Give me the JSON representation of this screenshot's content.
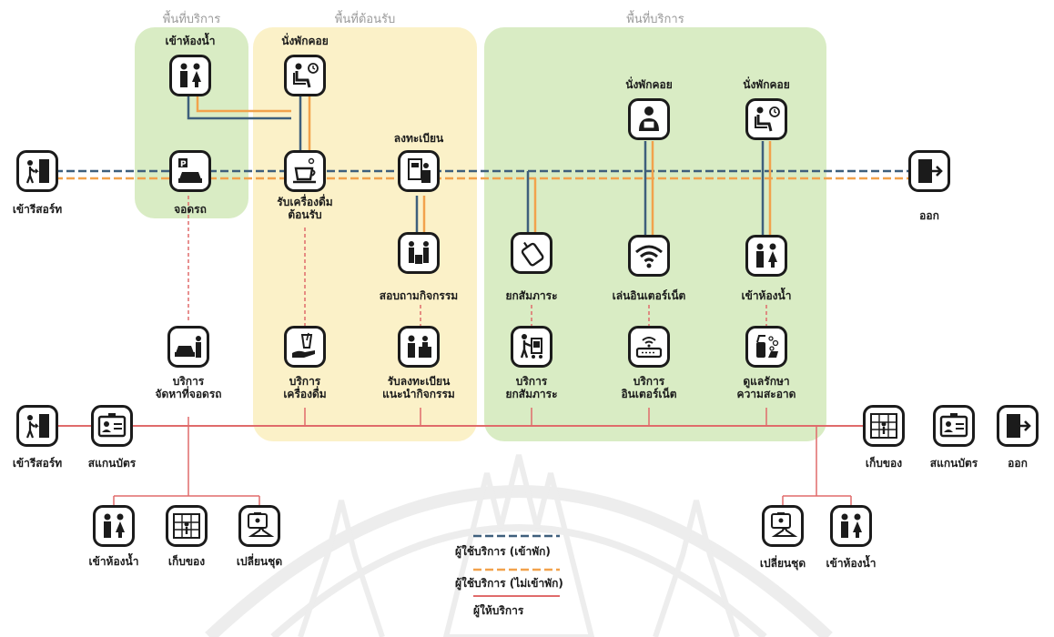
{
  "zones": {
    "service_left": {
      "title": "พื้นที่บริการ",
      "color": "#d9ecc4"
    },
    "reception": {
      "title": "พื้นที่ต้อนรับ",
      "color": "#fbf1c8"
    },
    "service_right": {
      "title": "พื้นที่บริการ",
      "color": "#d9ecc4"
    }
  },
  "colors": {
    "guest_stay": "#3e5f7c",
    "guest_visit": "#f2a24c",
    "staff": "#e06b6b"
  },
  "top_row": {
    "entrance": "เข้ารีสอร์ท",
    "toilet": "เข้าห้องน้ำ",
    "parking": "จอดรถ",
    "waiting1": "นั่งพักคอย",
    "welcome_drink": "รับเครื่องดื่ม\nต้อนรับ",
    "register": "ลงทะเบียน",
    "activity_inquiry": "สอบถามกิจกรรม",
    "luggage": "ยกสัมภาระ",
    "waiting2": "นั่งพักคอย",
    "internet": "เล่นอินเตอร์เน็ต",
    "waiting3": "นั่งพักคอย",
    "toilet2": "เข้าห้องน้ำ",
    "exit": "ออก"
  },
  "staff_row": {
    "valet": "บริการ\nจัดหาที่จอดรถ",
    "drink_service": "บริการ\nเครื่องดื่ม",
    "registration_service": "รับลงทะเบียน\nแนะนำกิจกรรม",
    "luggage_service": "บริการ\nยกสัมภาระ",
    "internet_service": "บริการ\nอินเตอร์เน็ต",
    "cleaning": "ดูแลรักษา\nความสะอาด"
  },
  "bottom_row": {
    "entrance": "เข้ารีสอร์ท",
    "scan_card": "สแกนบัตร",
    "toilet": "เข้าห้องน้ำ",
    "storage": "เก็บของ",
    "change_clothes": "เปลี่ยนชุด",
    "storage_right": "เก็บของ",
    "scan_card_right": "สแกนบัตร",
    "exit": "ออก",
    "change_clothes_right": "เปลี่ยนชุด",
    "toilet_right": "เข้าห้องน้ำ"
  },
  "legend": {
    "guest_stay": "ผู้ใช้บริการ (เข้าพัก)",
    "guest_visit": "ผู้ใช้บริการ (ไม่เข้าพัก)",
    "staff": "ผู้ให้บริการ"
  }
}
